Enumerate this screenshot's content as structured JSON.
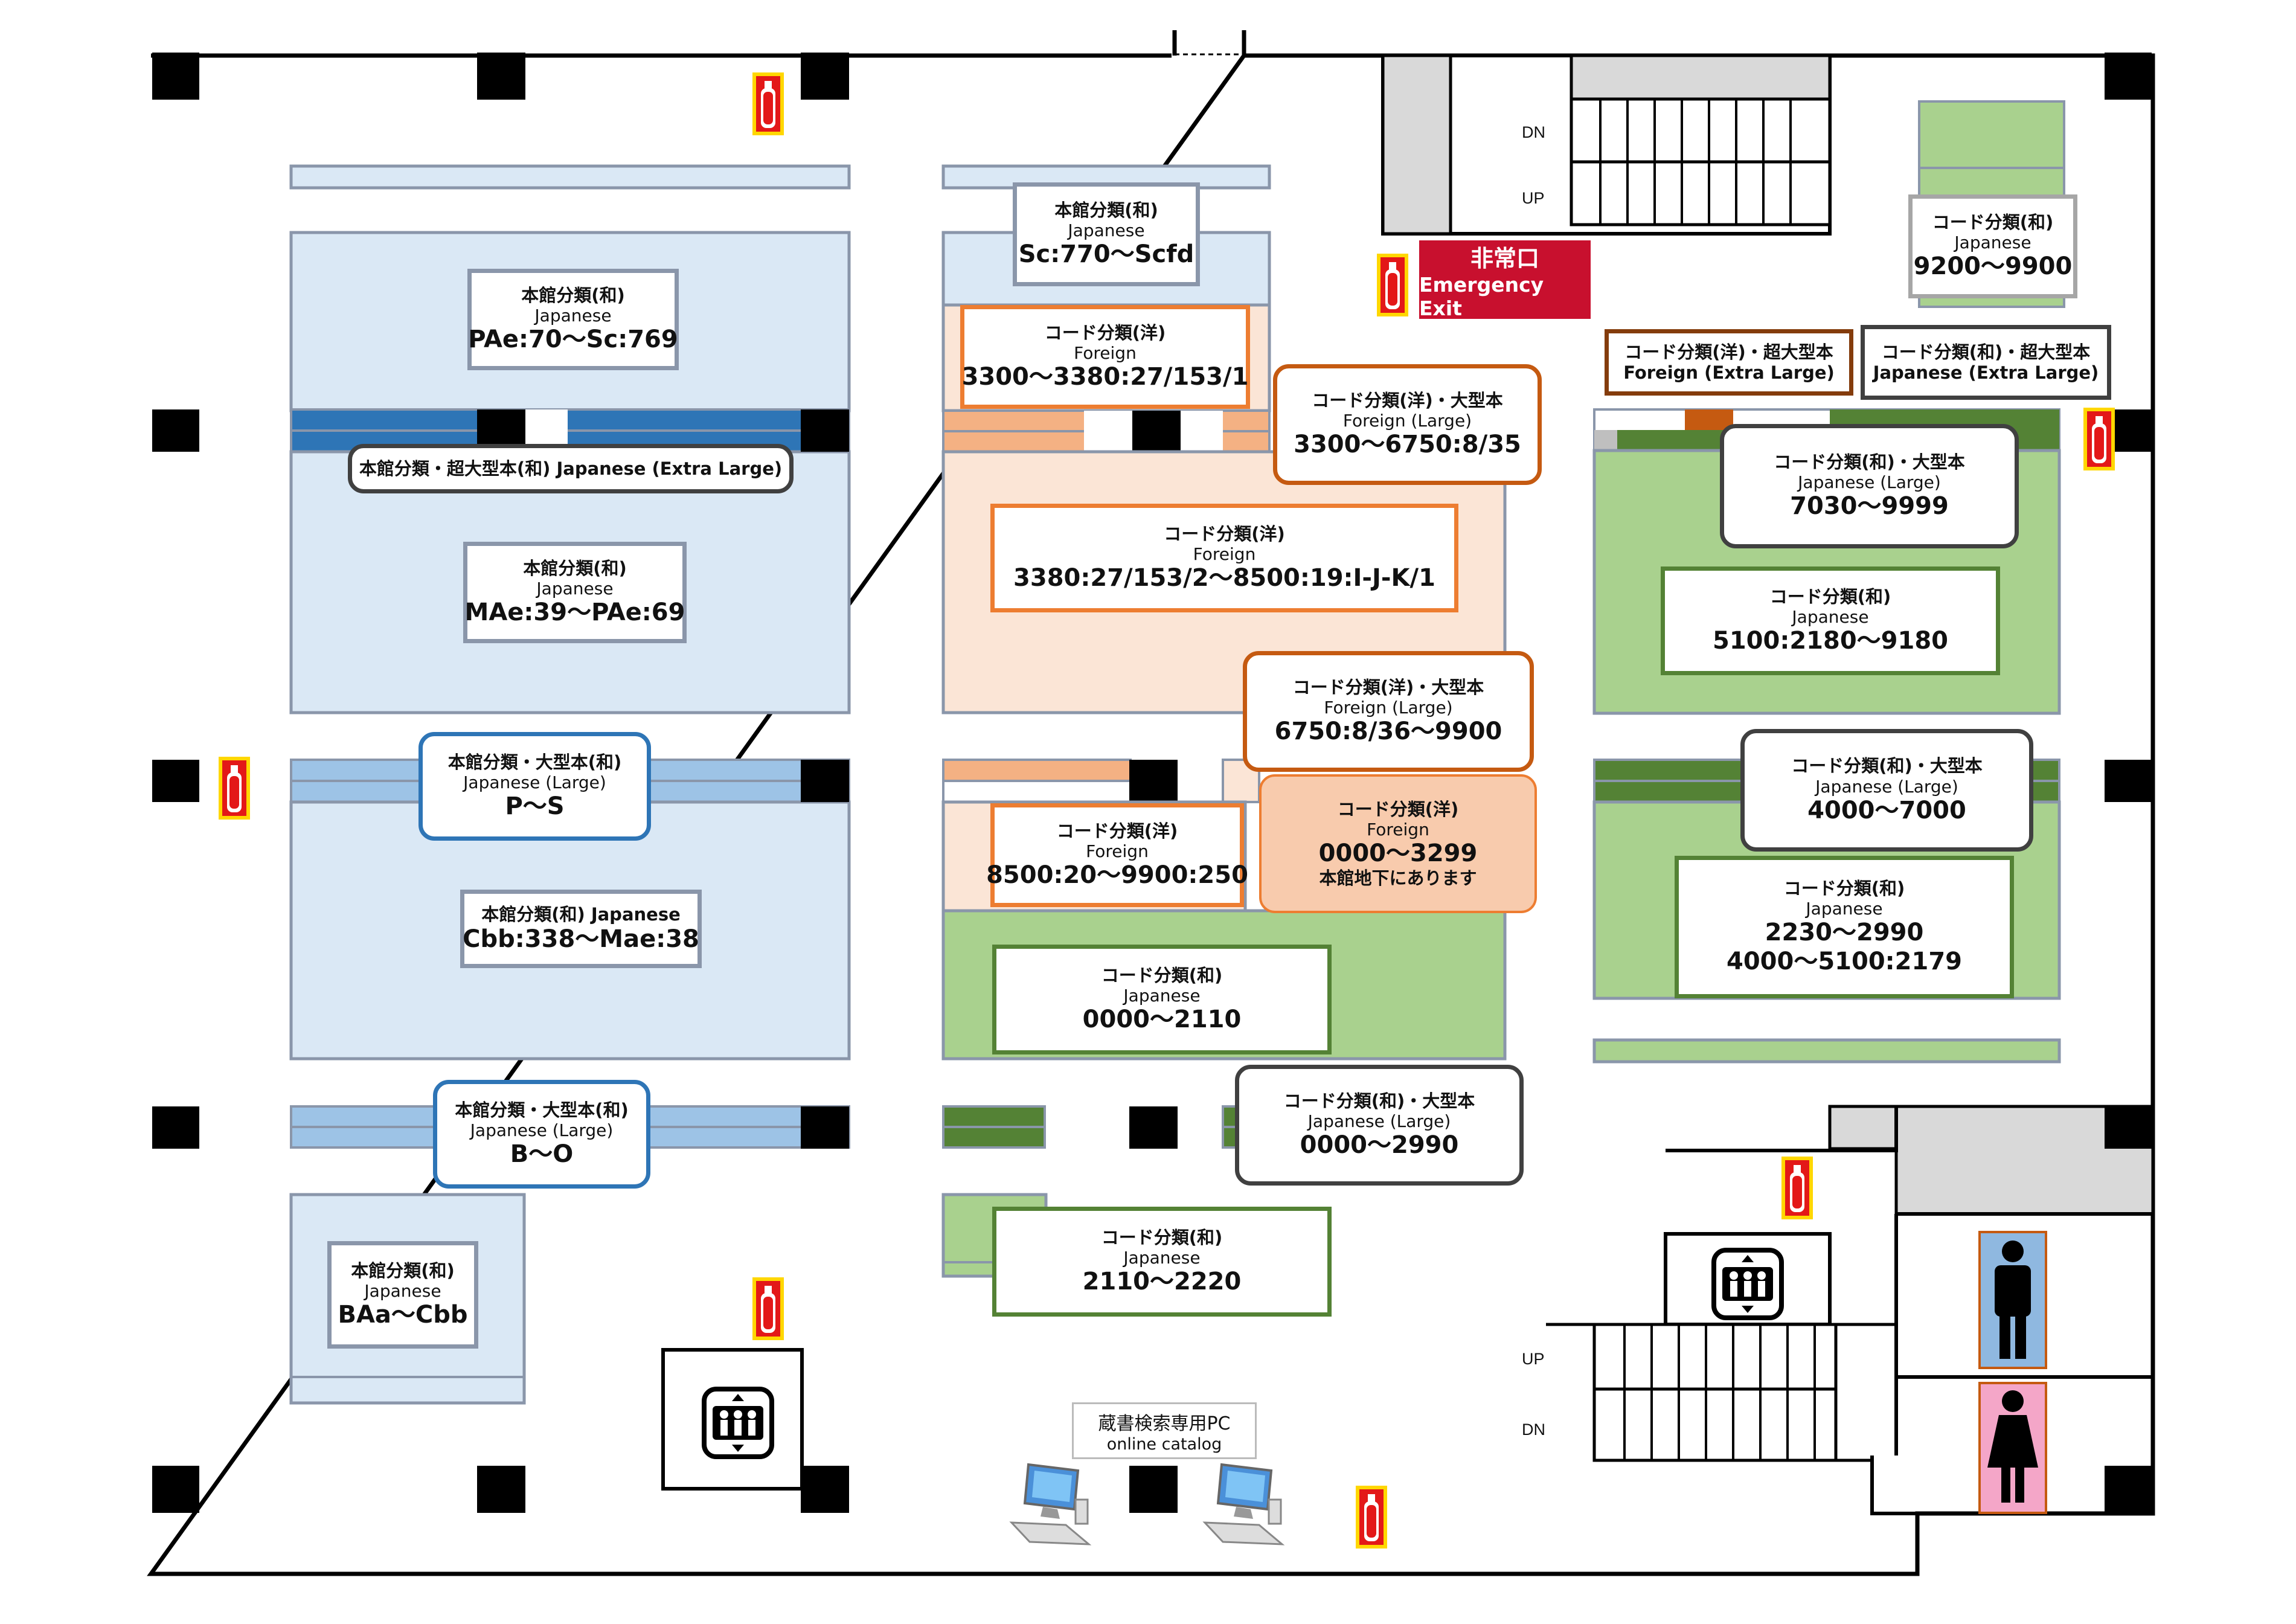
{
  "colors": {
    "japanese_main": "#dae8f5",
    "japanese_large": "#9dc3e6",
    "japanese_xl": "#2e75b6",
    "foreign": "#fbe5d6",
    "foreign_shelf": "#f4b183",
    "code_japanese": "#a9d18e",
    "code_japanese_dark": "#548235",
    "grey": "#d9d9d9",
    "wall": "#000000",
    "exit_red": "#c8102e",
    "extinguisher": "#e31818",
    "extinguisher_frame": "#ffd700",
    "male_sign": "#8fb8e0",
    "female_sign": "#f4a6c8"
  },
  "icons": [
    "fire-extinguisher-icon",
    "elevator-icon",
    "computer-icon",
    "male-restroom-icon",
    "female-restroom-icon"
  ],
  "labels": [
    {
      "id": "l1",
      "title": "本館分類(和)",
      "sub": "Japanese",
      "range": "PAe:70～Sc:769"
    },
    {
      "id": "l2",
      "title": "本館分類・超大型本(和) Japanese (Extra Large)"
    },
    {
      "id": "l3",
      "title": "本館分類(和)",
      "sub": "Japanese",
      "range": "MAe:39～PAe:69"
    },
    {
      "id": "l4",
      "title": "本館分類・大型本(和)",
      "sub": "Japanese (Large)",
      "range": "P～S"
    },
    {
      "id": "l5",
      "title": "本館分類(和) Japanese",
      "range": "Cbb:338～Mae:38"
    },
    {
      "id": "l6",
      "title": "本館分類・大型本(和)",
      "sub": "Japanese (Large)",
      "range": "B～O"
    },
    {
      "id": "l7",
      "title": "本館分類(和)",
      "sub": "Japanese",
      "range": "BAa～Cbb"
    },
    {
      "id": "l8",
      "title": "本館分類(和)",
      "sub": "Japanese",
      "range": "Sc:770～Scfd"
    },
    {
      "id": "l9",
      "title": "コード分類(洋)",
      "sub": "Foreign",
      "range": "3300～3380:27/153/1"
    },
    {
      "id": "l10",
      "title": "コード分類(洋)・大型本",
      "sub": "Foreign (Large)",
      "range": "3300～6750:8/35"
    },
    {
      "id": "l11",
      "title": "コード分類(洋)",
      "sub": "Foreign",
      "range": "3380:27/153/2～8500:19:I-J-K/1"
    },
    {
      "id": "l12",
      "title": "コード分類(洋)・大型本",
      "sub": "Foreign (Large)",
      "range": "6750:8/36～9900"
    },
    {
      "id": "l13",
      "title": "コード分類(洋)",
      "sub": "Foreign",
      "range": "8500:20～9900:250"
    },
    {
      "id": "l14",
      "title": "コード分類(洋)",
      "sub": "Foreign",
      "range": "0000～3299",
      "note": "本館地下にあります"
    },
    {
      "id": "l15",
      "title": "コード分類(和)",
      "sub": "Japanese",
      "range": "0000～2110"
    },
    {
      "id": "l16",
      "title": "コード分類(和)・大型本",
      "sub": "Japanese (Large)",
      "range": "0000～2990"
    },
    {
      "id": "l17",
      "title": "コード分類(和)",
      "sub": "Japanese",
      "range": "2110～2220"
    },
    {
      "id": "l18",
      "title": "コード分類(和)",
      "sub": "Japanese",
      "range": "9200～9900"
    },
    {
      "id": "l19",
      "title": "コード分類(洋)・超大型本",
      "sub": "Foreign (Extra Large)"
    },
    {
      "id": "l20",
      "title": "コード分類(和)・超大型本",
      "sub": "Japanese (Extra Large)"
    },
    {
      "id": "l21",
      "title": "コード分類(和)・大型本",
      "sub": "Japanese (Large)",
      "range": "7030～9999"
    },
    {
      "id": "l22",
      "title": "コード分類(和)",
      "sub": "Japanese",
      "range": "5100:2180～9180"
    },
    {
      "id": "l23",
      "title": "コード分類(和)・大型本",
      "sub": "Japanese (Large)",
      "range": "4000～7000"
    },
    {
      "id": "l24",
      "title": "コード分類(和)",
      "sub": "Japanese",
      "range": "2230～2990",
      "range2": "4000～5100:2179"
    }
  ],
  "exit": {
    "jp": "非常口",
    "en": "Emergency Exit"
  },
  "stairs": {
    "dn": "DN",
    "up": "UP"
  },
  "catalog": {
    "jp": "蔵書検索専用PC",
    "en": "online catalog"
  }
}
